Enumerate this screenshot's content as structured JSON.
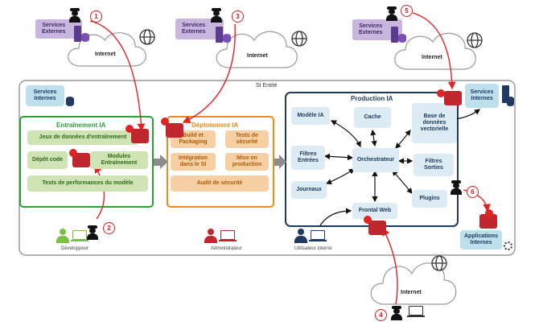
{
  "si_label": "SI Entité",
  "internet_label": "Internet",
  "external_services": [
    {
      "label": "Services\nExternes",
      "badge": "1"
    },
    {
      "label": "Services\nExternes",
      "badge": "3"
    },
    {
      "label": "Services\nExternes",
      "badge": "5"
    }
  ],
  "internal_services_left": "Services\nInternes",
  "internal_services_right": "Services\nInternes",
  "training": {
    "title": "Entraînement IA",
    "datasets": "Jeux de données d'entraînement",
    "code_repo": "Dépôt code",
    "training_modules": "Modules\nEntraînement",
    "perf_tests": "Tests de performances du modèle"
  },
  "deployment": {
    "title": "Déploiement IA",
    "build": "Build et\nPackaging",
    "security_tests": "Tests de\nsécurité",
    "integration": "Intégration\ndans le SI",
    "production": "Mise en\nproduction",
    "audit": "Audit de sécurité"
  },
  "production": {
    "title": "Production IA",
    "model": "Modèle IA",
    "cache": "Cache",
    "vector_db": "Base de\ndonnées\nvectorielle",
    "input_filters": "Filtres\nEntrées",
    "orchestrator": "Orchestrateur",
    "output_filters": "Filtres\nSorties",
    "logs": "Journaux",
    "plugins": "Plugins",
    "web_frontend": "Frontal Web"
  },
  "internal_apps": "Applications\nInternes",
  "actors": {
    "developer": "Développeur",
    "administrator": "Administrateur",
    "internal_user": "Utilisateur interne"
  },
  "badges": {
    "developer_attack": "2",
    "web_attack": "4",
    "plugin_attack": "6"
  },
  "colors": {
    "attack": "#e02323",
    "training": "#2e9e3a",
    "deployment": "#f08a1c",
    "production": "#1f3a60",
    "external": "#c9b6de",
    "internal": "#bde0ec"
  }
}
